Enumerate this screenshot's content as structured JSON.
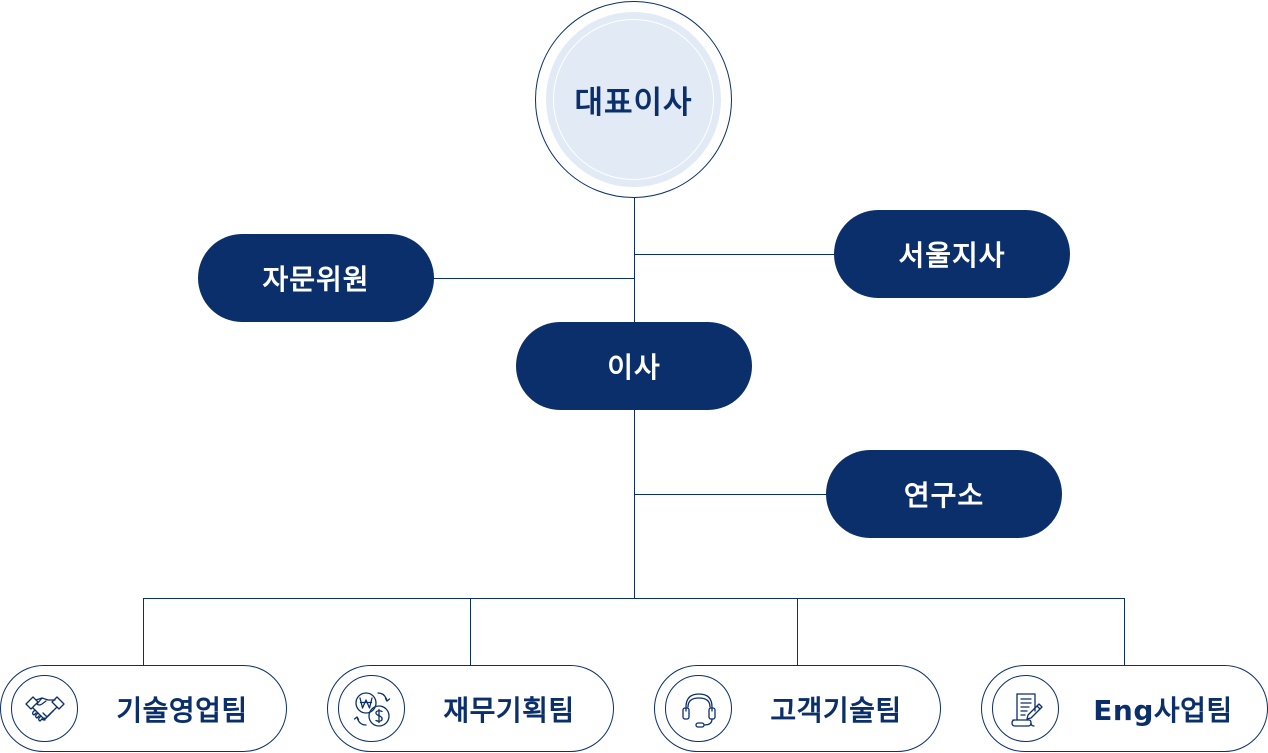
{
  "org_chart": {
    "ceo": "대표이사",
    "advisor": "자문위원",
    "seoul_branch": "서울지사",
    "director": "이사",
    "research": "연구소",
    "teams": [
      {
        "label": "기술영업팀",
        "icon": "handshake-icon"
      },
      {
        "label": "재무기획팀",
        "icon": "currency-exchange-icon"
      },
      {
        "label": "고객기술팀",
        "icon": "headset-icon"
      },
      {
        "label": "Eng사업팀",
        "icon": "document-pen-icon"
      }
    ]
  },
  "colors": {
    "primary": "#0b2f6b",
    "ceo_fill": "#e1eaf5",
    "line": "#0b2f6b"
  }
}
